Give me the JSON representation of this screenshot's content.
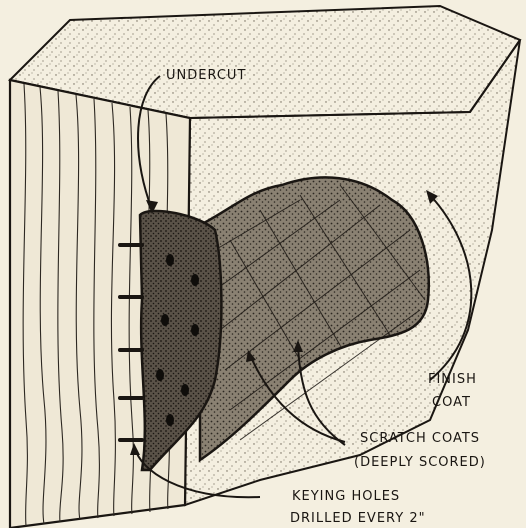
{
  "labels": {
    "undercut": "UNDERCUT",
    "finish_line1": "FINISH",
    "finish_line2": "COAT",
    "scratch_line1": "SCRATCH COATS",
    "scratch_line2": "(DEEPLY SCORED)",
    "keying_line1": "KEYING HOLES",
    "keying_line2": "DRILLED EVERY 2\""
  },
  "colors": {
    "paper": "#f4efe0",
    "ink": "#1a1612",
    "stipple_light": "#b9b09d",
    "scratch_fill": "#8a8172",
    "core_fill": "#5a5248"
  }
}
